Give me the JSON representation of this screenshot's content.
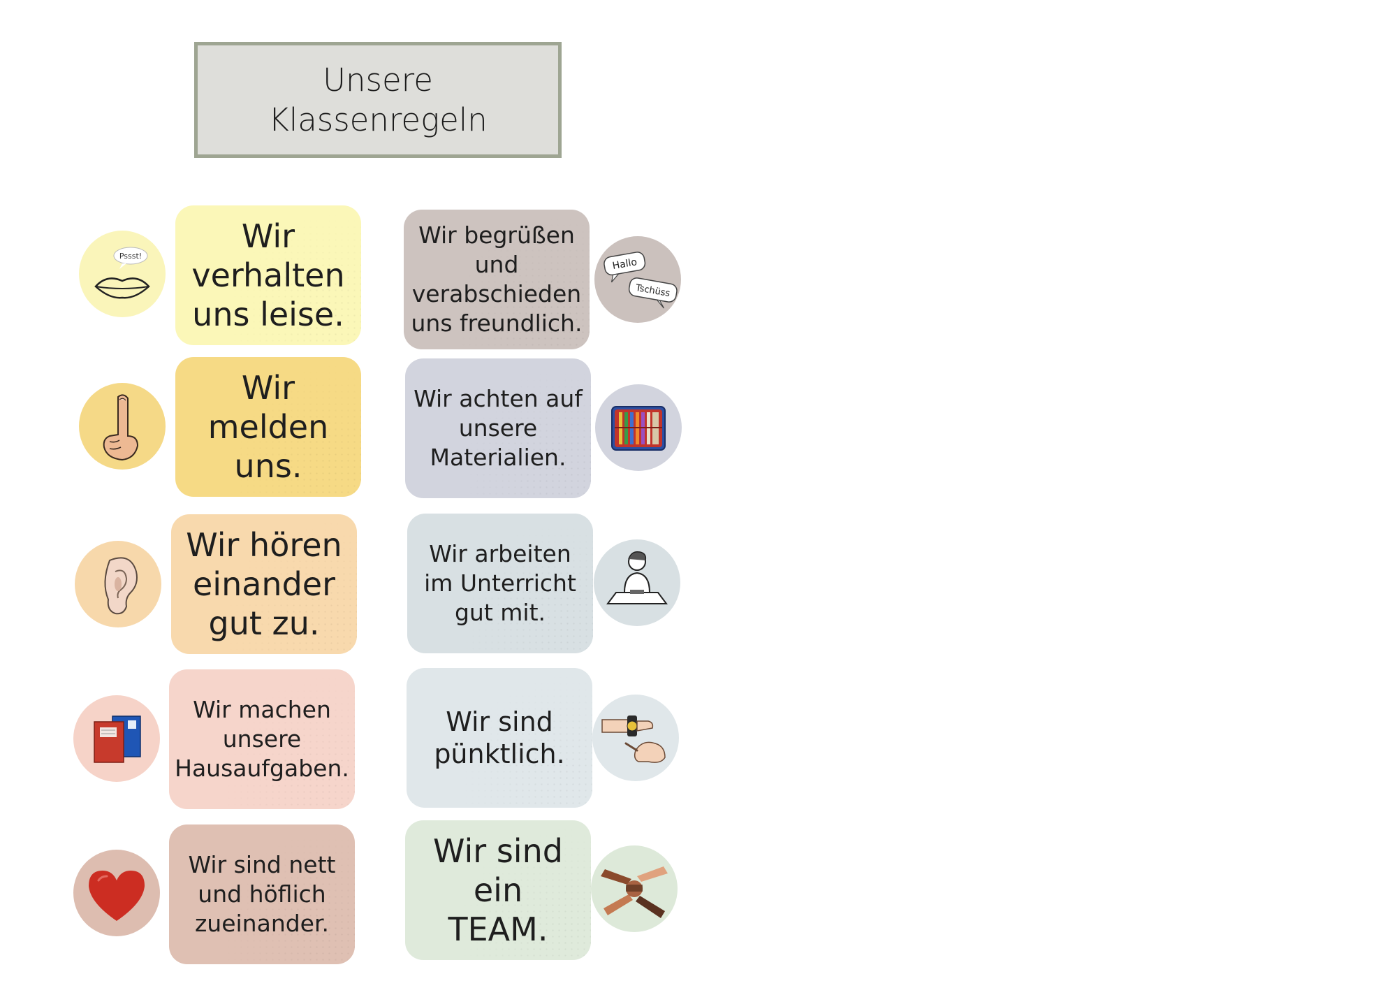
{
  "title": {
    "line1": "Unsere",
    "line2": "Klassenregeln"
  },
  "rules_left": [
    {
      "lines": [
        "Wir",
        "verhalten",
        "uns leise."
      ],
      "color": "#fbf7b8",
      "icon_color": "#faf5ba",
      "icon": "lips-icon",
      "badge": "Pssst!"
    },
    {
      "lines": [
        "Wir",
        "melden",
        "uns."
      ],
      "color": "#f6da85",
      "icon_color": "#f5d987",
      "icon": "raised-finger-icon"
    },
    {
      "lines": [
        "Wir hören",
        "einander",
        "gut zu."
      ],
      "color": "#f8d9ad",
      "icon_color": "#f7d8ab",
      "icon": "ear-icon"
    },
    {
      "lines": [
        "Wir machen",
        "unsere",
        "Hausaufgaben."
      ],
      "color": "#f6d5cb",
      "icon_color": "#f6d3c8",
      "icon": "notebooks-icon"
    },
    {
      "lines": [
        "Wir sind nett",
        "und höflich",
        "zueinander."
      ],
      "color": "#dfc0b3",
      "icon_color": "#ddbdb0",
      "icon": "heart-icon"
    }
  ],
  "rules_right": [
    {
      "lines": [
        "Wir begrüßen",
        "und",
        "verabschieden",
        "uns freundlich."
      ],
      "color": "#cdc3bf",
      "icon_color": "#cbc1bd",
      "icon": "speech-bubbles-icon",
      "bubble1": "Hallo",
      "bubble2": "Tschüss"
    },
    {
      "lines": [
        "Wir achten auf",
        "unsere",
        "Materialien."
      ],
      "color": "#d2d4de",
      "icon_color": "#d2d4de",
      "icon": "pencil-case-icon"
    },
    {
      "lines": [
        "Wir arbeiten",
        "im Unterricht",
        "gut mit."
      ],
      "color": "#d8e0e3",
      "icon_color": "#d8e0e3",
      "icon": "student-desk-icon"
    },
    {
      "lines": [
        "Wir sind",
        "pünktlich."
      ],
      "color": "#e0e7ea",
      "icon_color": "#e0e7ea",
      "icon": "wristwatch-icon"
    },
    {
      "lines": [
        "Wir sind",
        "ein",
        "TEAM."
      ],
      "color": "#dfeadb",
      "icon_color": "#dde9d9",
      "icon": "team-hands-icon"
    }
  ]
}
